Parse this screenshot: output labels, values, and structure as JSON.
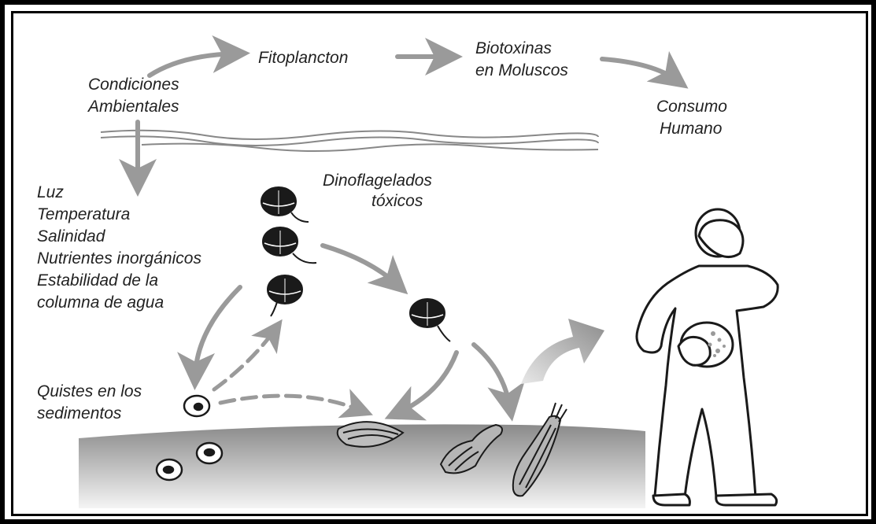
{
  "labels": {
    "condiciones_line1": "Condiciones",
    "condiciones_line2": "Ambientales",
    "fitoplancton": "Fitoplancton",
    "biotoxinas_line1": "Biotoxinas",
    "biotoxinas_line2": "en Moluscos",
    "consumo_line1": "Consumo",
    "consumo_line2": "Humano",
    "dinoflagelados_line1": "Dinoflagelados",
    "dinoflagelados_line2": "tóxicos",
    "factor_1": "Luz",
    "factor_2": "Temperatura",
    "factor_3": "Salinidad",
    "factor_4": "Nutrientes inorgánicos",
    "factor_5": "Estabilidad de la",
    "factor_6": "columna de agua",
    "quistes_line1": "Quistes en los",
    "quistes_line2": "sedimentos"
  },
  "colors": {
    "arrow_gray": "#9a9a9a",
    "text": "#222222",
    "sediment_top": "#8a8a8a",
    "sediment_bottom": "#f2f2f2",
    "cell_fill": "#1a1a1a"
  }
}
